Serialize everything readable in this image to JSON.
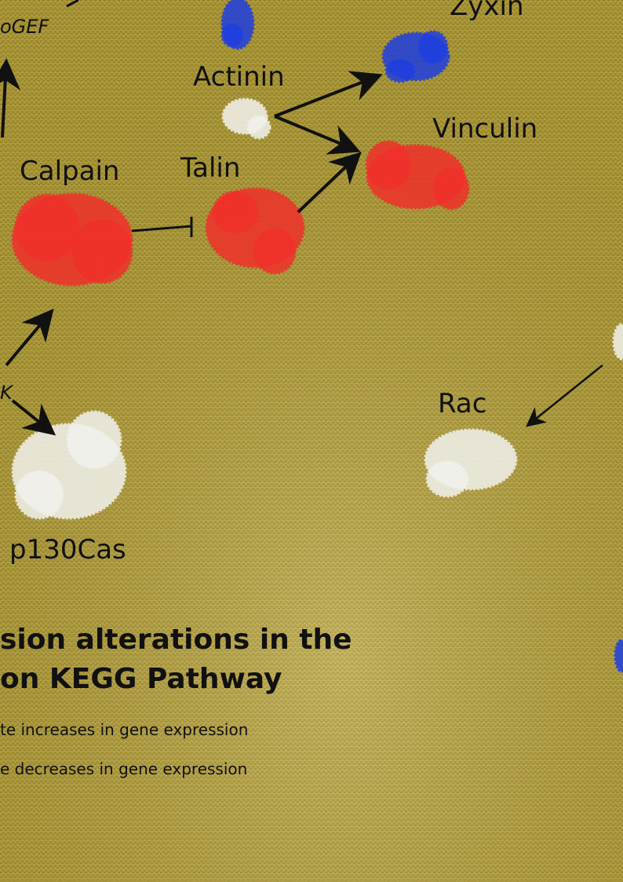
{
  "background": {
    "fabric_color": "#b9a43f",
    "texture": "woven-mesh"
  },
  "colors": {
    "increase": "#f0302a",
    "decrease": "#1f3ee0",
    "neutral": "#f2f2ee",
    "arrow": "#111111"
  },
  "nodes": {
    "rhogef": {
      "label": "oGEF",
      "status": "partial-label"
    },
    "zyxin": {
      "label": "Zyxin",
      "status": "decrease"
    },
    "actinin": {
      "label": "Actinin",
      "status": "neutral"
    },
    "vinculin": {
      "label": "Vinculin",
      "status": "increase"
    },
    "calpain": {
      "label": "Calpain",
      "status": "increase"
    },
    "talin": {
      "label": "Talin",
      "status": "increase"
    },
    "fak": {
      "label": "K",
      "status": "partial-label"
    },
    "p130cas": {
      "label": "p130Cas",
      "status": "neutral"
    },
    "rac": {
      "label": "Rac",
      "status": "neutral"
    },
    "top_blue": {
      "status": "decrease"
    },
    "edge_blue": {
      "status": "decrease"
    }
  },
  "title": {
    "line1": "sion alterations in the",
    "line2": "on KEGG Pathway"
  },
  "legend": {
    "increase_text": "te increases in gene expression",
    "decrease_text": "e decreases in gene expression"
  }
}
